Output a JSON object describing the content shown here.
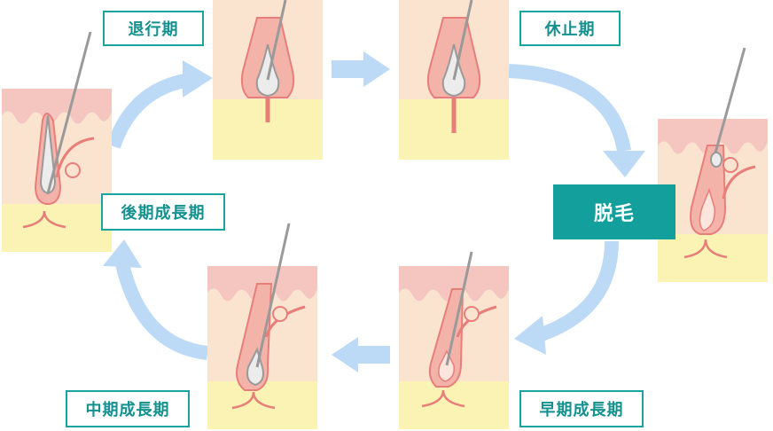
{
  "stages": {
    "taikoki": "退行期",
    "kyushiki": "休止期",
    "datsumo": "脱毛",
    "soki": "早期成長期",
    "chuki": "中期成長期",
    "koki": "後期成長期"
  },
  "colors": {
    "arrow": "#bcd9f5",
    "skin_top": "#f5c6c0",
    "dermis": "#fbe4cf",
    "fat": "#fbf3b3",
    "hair": "#9a9a9a",
    "follicle": "#e87e7a",
    "label_border": "#1aa3a0"
  }
}
